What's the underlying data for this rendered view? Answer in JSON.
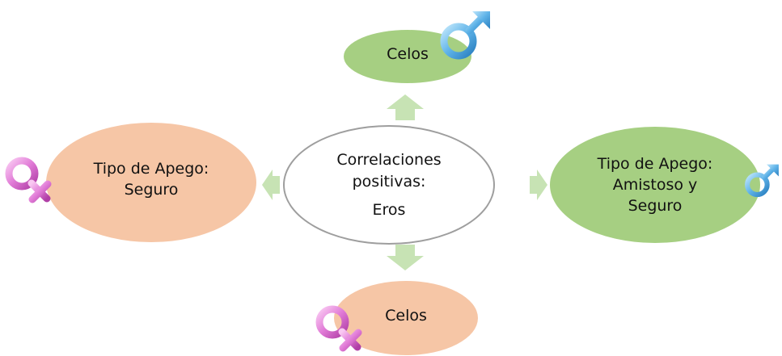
{
  "diagram": {
    "center": {
      "lines": [
        "Correlaciones",
        "positivas:",
        "Eros"
      ]
    },
    "top": {
      "lines": [
        "Celos"
      ],
      "symbol": "male-symbol-icon"
    },
    "right": {
      "lines": [
        "Tipo de Apego:",
        "Amistoso y",
        "Seguro"
      ],
      "symbol": "male-symbol-icon"
    },
    "left": {
      "lines": [
        "Tipo de Apego:",
        "Seguro"
      ],
      "symbol": "female-symbol-icon"
    },
    "bottom": {
      "lines": [
        "Celos"
      ],
      "symbol": "female-symbol-icon"
    }
  },
  "colors": {
    "green": "#a6cf82",
    "peach": "#f6c6a6",
    "arrow": "#c7e3b4",
    "male": "#5fb3e8",
    "female": "#e07ad6"
  }
}
